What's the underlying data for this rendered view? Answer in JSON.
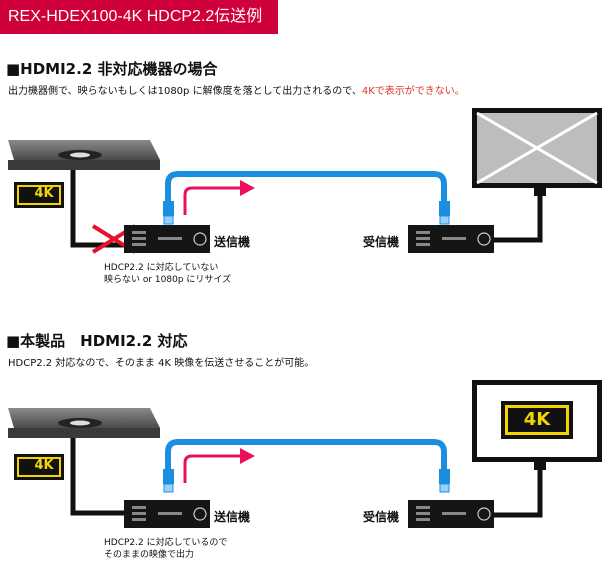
{
  "banner": {
    "title": "REX-HDEX100-4K HDCP2.2伝送例"
  },
  "section1": {
    "heading": "■HDMI2.2 非対応機器の場合",
    "desc_main": "出力機器側で、映らないもしくは1080p に解像度を落として出力されるので、",
    "desc_red": "4Kで表示ができない。",
    "badge": "4K",
    "sender": "送信機",
    "receiver": "受信機",
    "note_line1": "HDCP2.2 に対応していない",
    "note_line2": "映らない or 1080p にリサイズ"
  },
  "section2": {
    "heading": "■本製品　HDMI2.2 対応",
    "desc": "HDCP2.2 対応なので、そのまま 4K 映像を伝送させることが可能。",
    "badge": "4K",
    "tv_badge": "4K",
    "sender": "送信機",
    "receiver": "受信機",
    "note_line1": "HDCP2.2 に対応しているので",
    "note_line2": "そのままの映像で出力"
  },
  "colors": {
    "banner": "#d0003a",
    "cable": "#1a8fe0",
    "arrow": "#e8105a",
    "badge": "#f2d500",
    "red_text": "#e0332a"
  }
}
